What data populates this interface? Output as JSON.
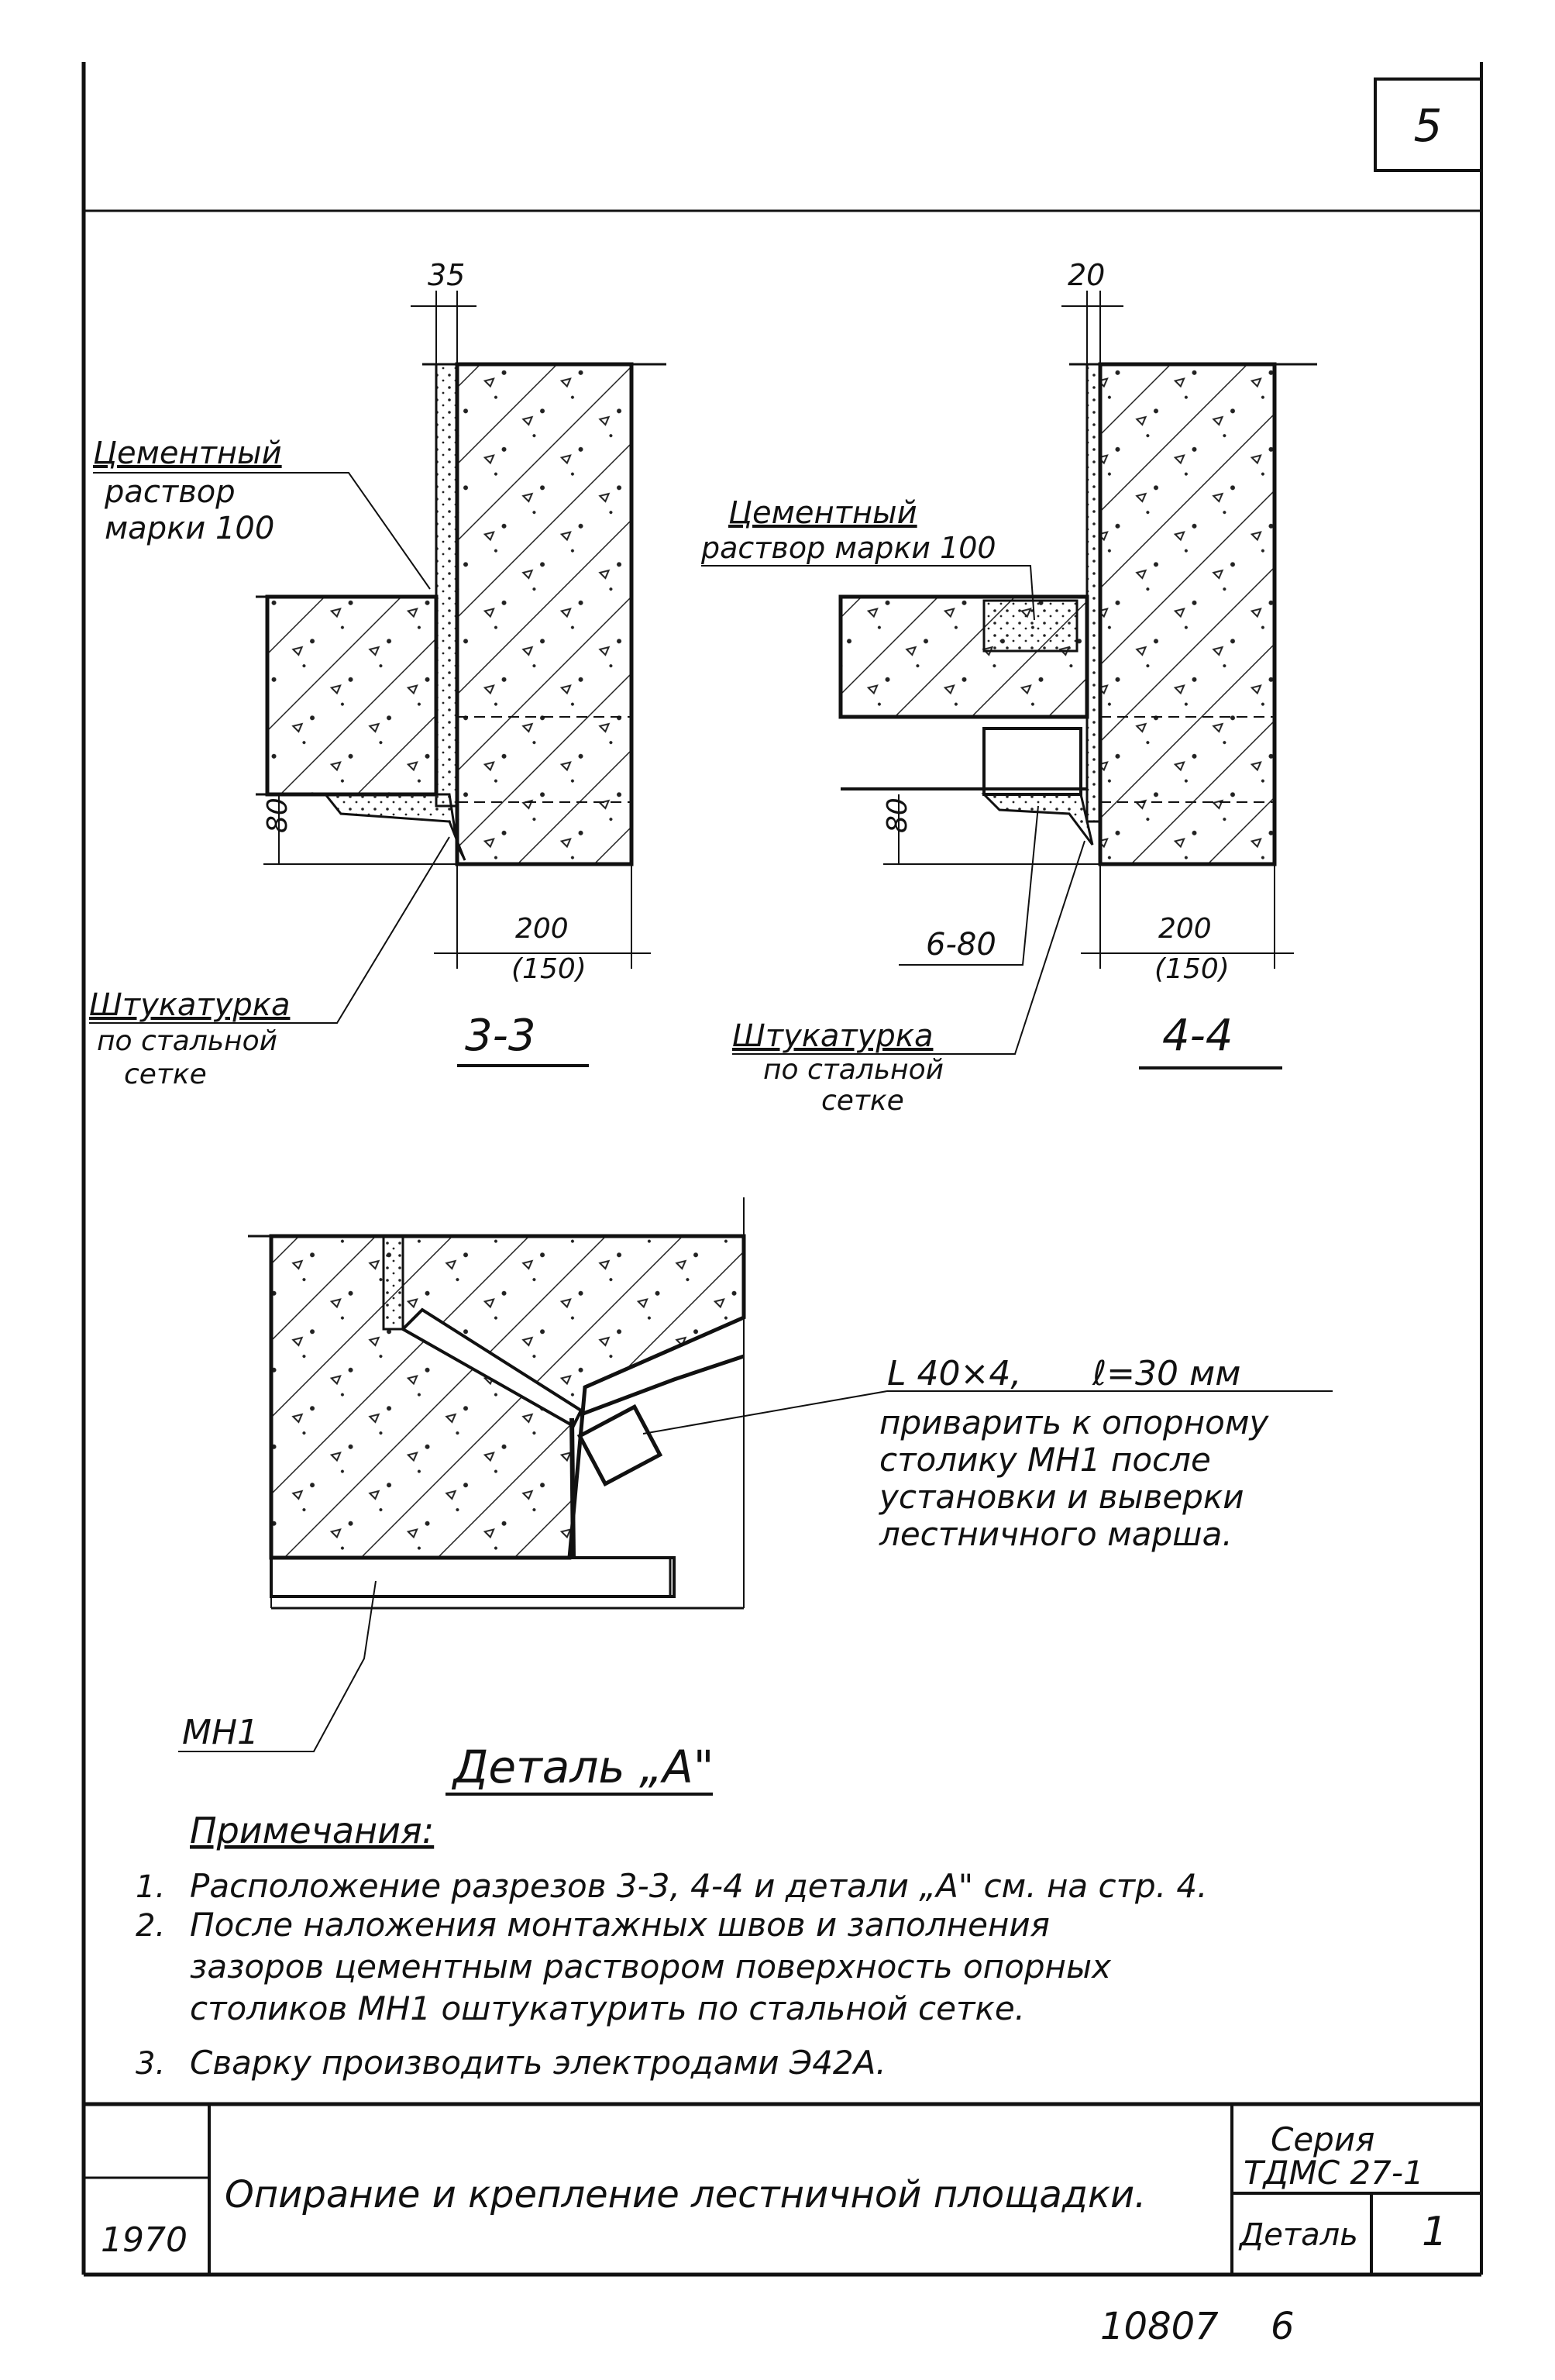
{
  "sheet": {
    "page_number": "5",
    "bottom_code": "10807",
    "bottom_num": "6"
  },
  "section_33": {
    "dim_top": "35",
    "dim_80": "80",
    "dim_200": "200",
    "dim_150": "(150)",
    "label_cement": [
      "Цементный",
      "раствор",
      "марки 100"
    ],
    "label_plaster": [
      "Штукатурка",
      "по стальной",
      "сетке"
    ],
    "title": "3-3"
  },
  "section_44": {
    "dim_top": "20",
    "dim_80": "80",
    "dim_200": "200",
    "dim_150": "(150)",
    "weld": "6-80",
    "label_cement": [
      "Цементный",
      "раствор марки 100"
    ],
    "label_plaster": [
      "Штукатурка",
      "по стальной",
      "сетке"
    ],
    "title": "4-4"
  },
  "detail_a": {
    "angle": "L 40×4,",
    "length": "ℓ=30 мм",
    "note": [
      "приварить к опорному",
      "столику МН1 после",
      "установки и выверки",
      "лестничного марша."
    ],
    "mh1": "МН1",
    "title": "Деталь „А\""
  },
  "notes": {
    "heading": "Примечания:",
    "items": [
      {
        "n": "1.",
        "lines": [
          "Расположение разрезов 3-3, 4-4 и детали „А\" см. на стр. 4."
        ]
      },
      {
        "n": "2.",
        "lines": [
          "После наложения монтажных швов и заполнения",
          "зазоров цементным раствором поверхность опорных",
          "столиков МН1 оштукатурить по стальной сетке."
        ]
      },
      {
        "n": "3.",
        "lines": [
          "Сварку производить электродами Э42А."
        ]
      }
    ]
  },
  "title_block": {
    "year": "1970",
    "title": "Опирание и крепление лестничной площадки.",
    "series_label": "Серия",
    "series_value": "ТДМС 27-1",
    "detail_label": "Деталь",
    "detail_value": "1"
  }
}
